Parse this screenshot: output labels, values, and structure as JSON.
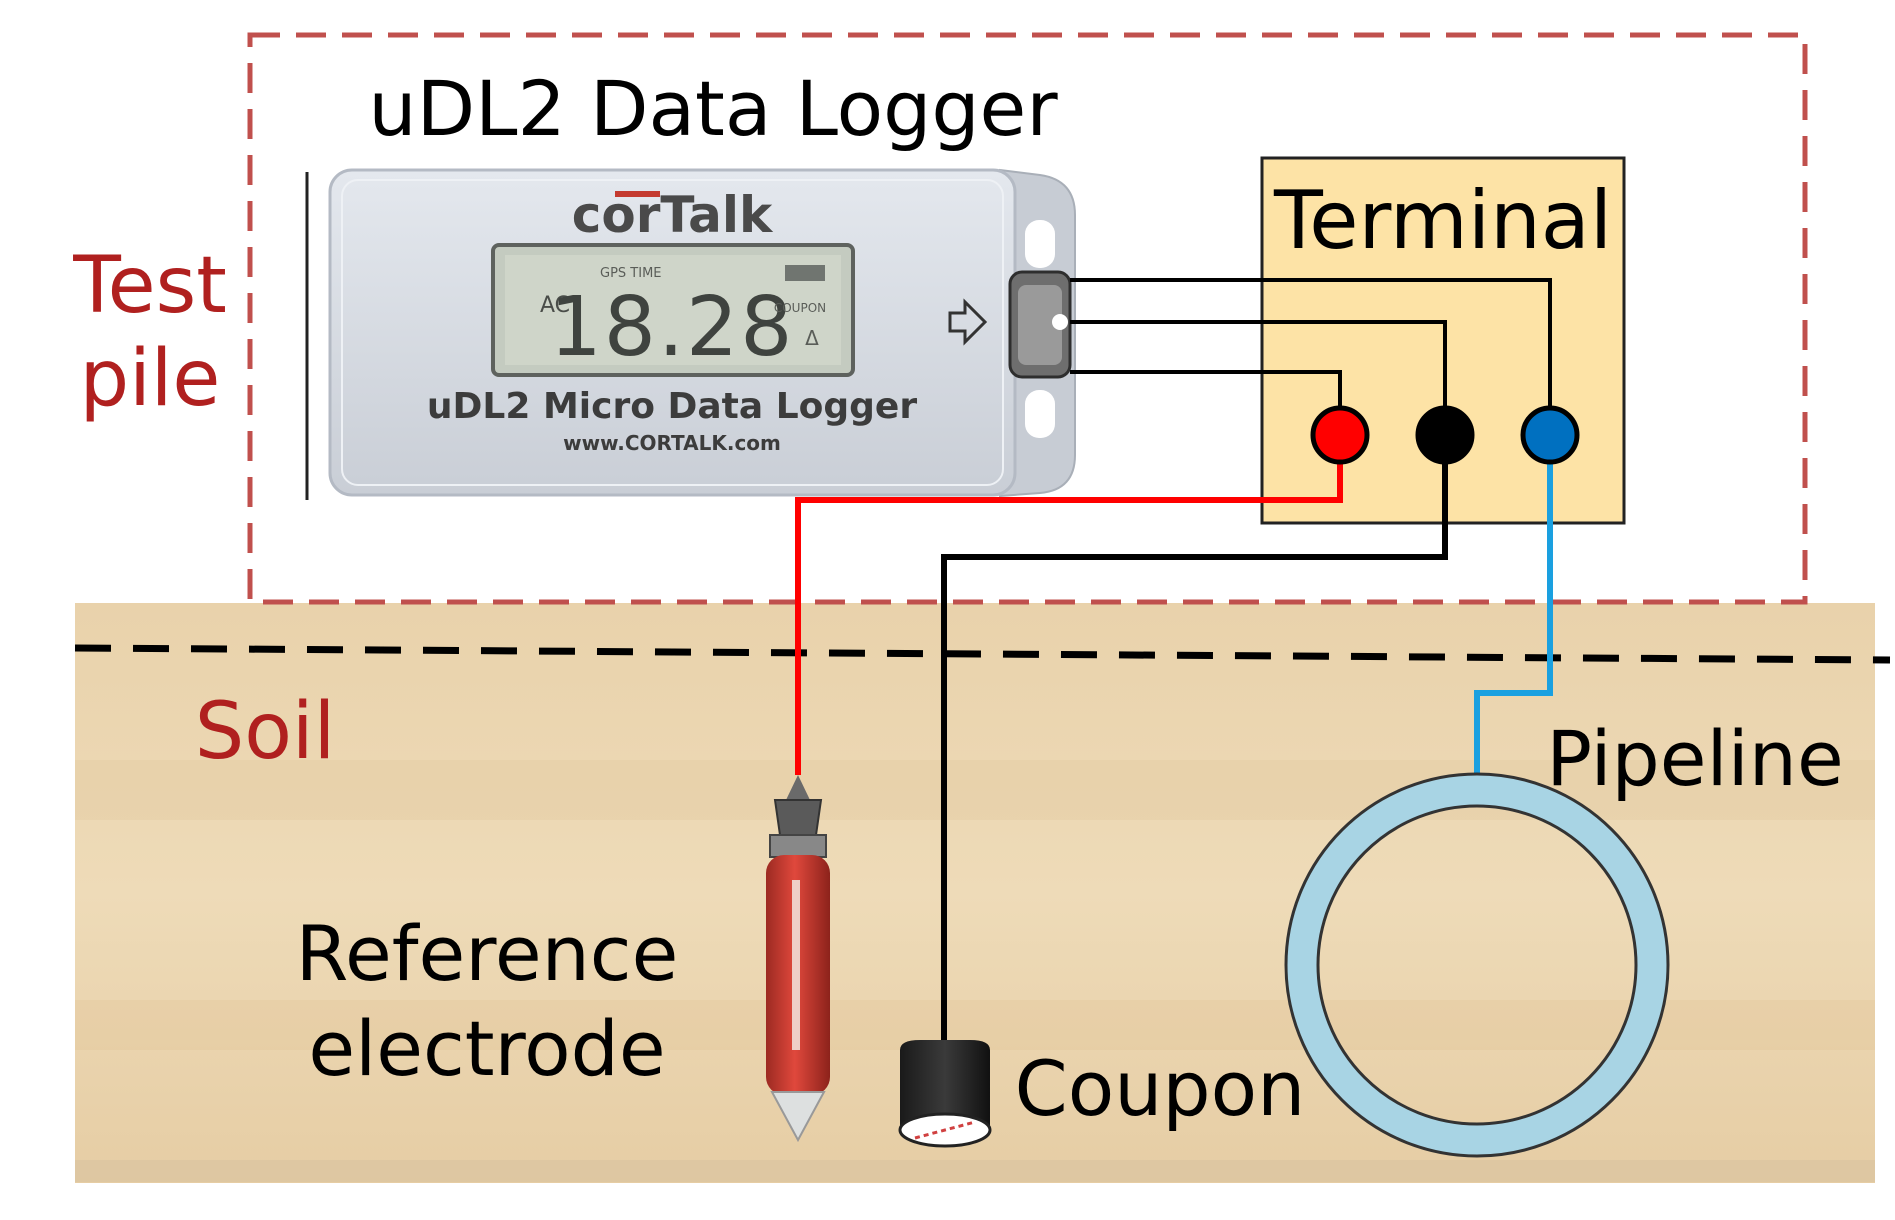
{
  "labels": {
    "logger_title": "uDL2 Data Logger",
    "test_pile_line1": "Test",
    "test_pile_line2": "pile",
    "terminal": "Terminal",
    "soil": "Soil",
    "pipeline": "Pipeline",
    "reference_line1": "Reference",
    "reference_line2": "electrode",
    "coupon": "Coupon"
  },
  "device": {
    "brand": "corTalk",
    "lcd_reading": "18.28",
    "lcd_left_tag": "AC",
    "lcd_top_tags": "GPS TIME",
    "lcd_right_tag": "COUPON",
    "model": "uDL2 Micro Data Logger",
    "url": "www.CORTALK.com"
  },
  "colors": {
    "test_pile": "#b0201f",
    "soil_label": "#b0201f",
    "dashed_box": "#c0504d",
    "terminal_fill": "#fde3a6",
    "wire_red": "#ff0000",
    "wire_black": "#000000",
    "wire_blue": "#1aa0e0",
    "pipe": "#a8d4e4",
    "soil_fill": "#ecd6b2"
  }
}
